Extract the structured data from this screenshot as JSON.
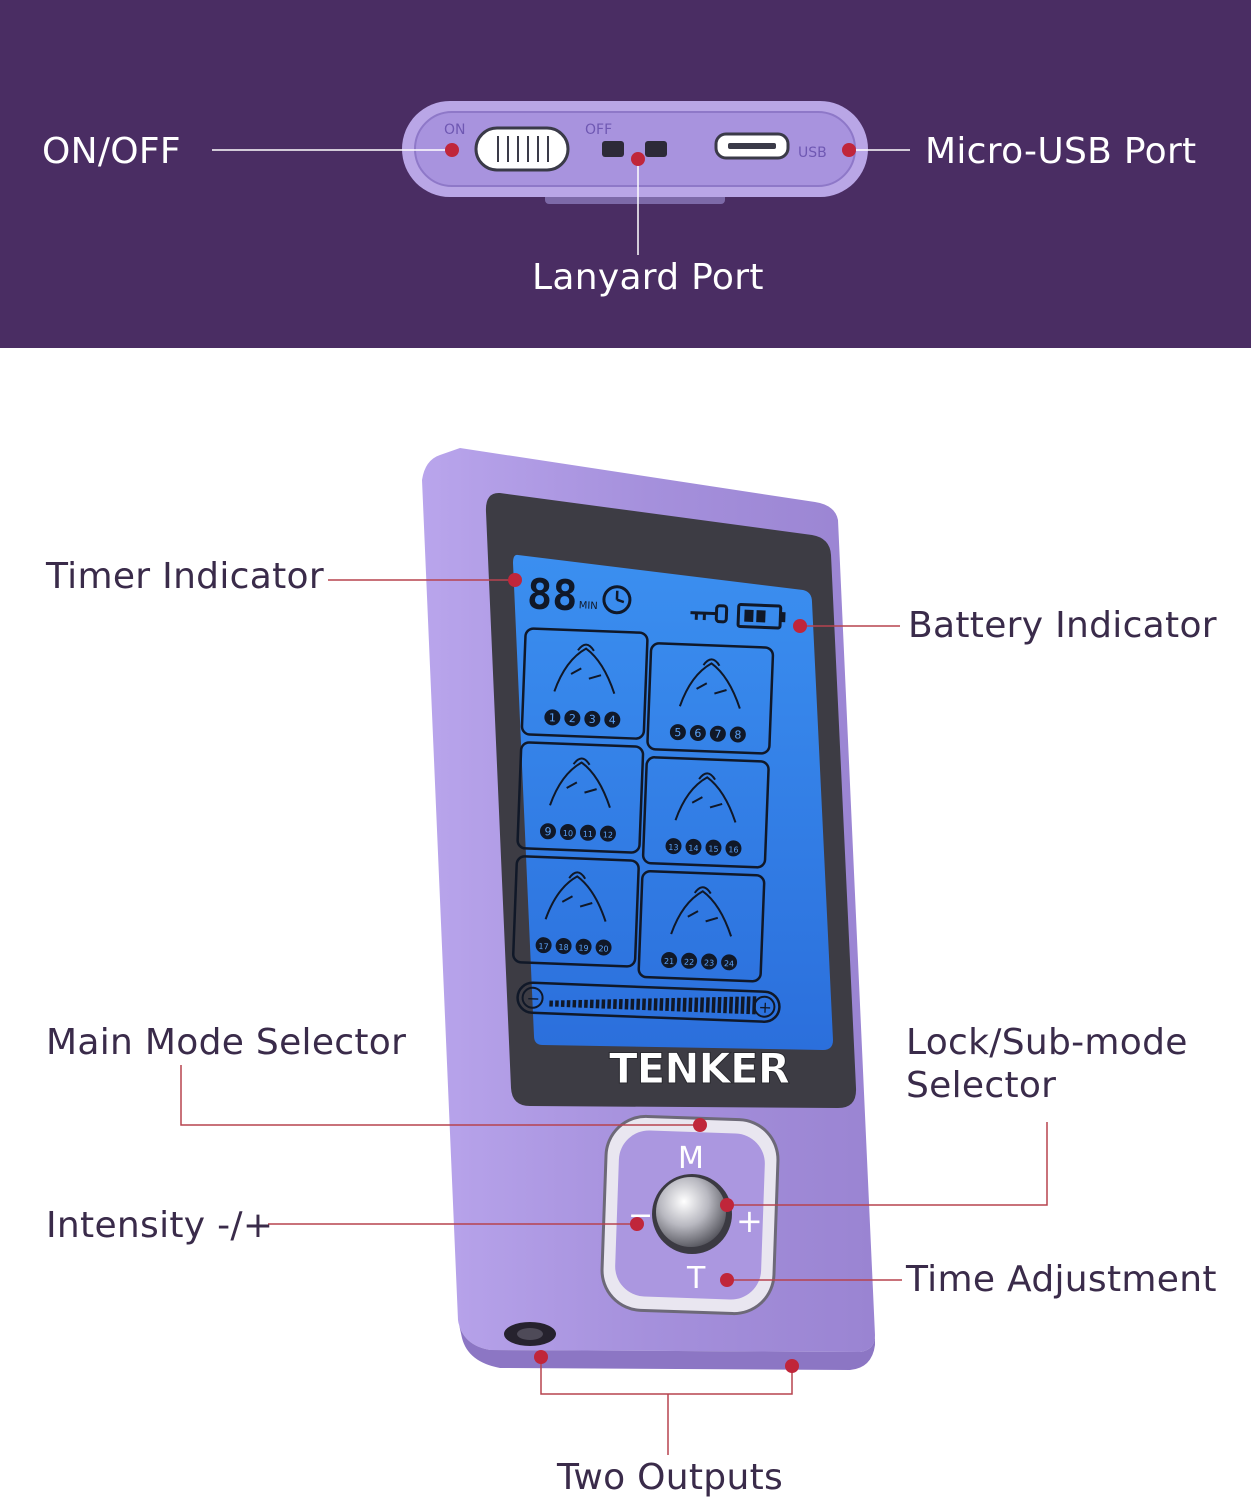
{
  "labels": {
    "on_off": "ON/OFF",
    "micro_usb": "Micro-USB Port",
    "lanyard": "Lanyard Port",
    "timer": "Timer Indicator",
    "battery": "Battery Indicator",
    "main_mode": "Main Mode Selector",
    "lock_sub_mode_line1": "Lock/Sub-mode",
    "lock_sub_mode_line2": "Selector",
    "intensity": "Intensity -/+",
    "time_adjust": "Time Adjustment",
    "two_outputs": "Two Outputs"
  },
  "device": {
    "brand": "TENKER",
    "top_on": "ON",
    "top_off": "OFF",
    "top_usb": "USB",
    "timer_digits": "88",
    "timer_unit": "MIN",
    "button_m": "M",
    "button_t": "T",
    "button_minus": "−",
    "button_plus": "+",
    "slider_minus": "−",
    "slider_plus": "+",
    "modes": [
      {
        "icon": "neck-shoulder-icon",
        "numbers": [
          "1",
          "2",
          "3",
          "4"
        ]
      },
      {
        "icon": "hand-massage-icon",
        "numbers": [
          "5",
          "6",
          "7",
          "8"
        ]
      },
      {
        "icon": "acupressure-hands-icon",
        "numbers": [
          "9",
          "10",
          "11",
          "12"
        ]
      },
      {
        "icon": "body-massage-icon",
        "numbers": [
          "13",
          "14",
          "15",
          "16"
        ]
      },
      {
        "icon": "foot-massage-icon",
        "numbers": [
          "17",
          "18",
          "19",
          "20"
        ]
      },
      {
        "icon": "exercise-figure-icon",
        "numbers": [
          "21",
          "22",
          "23",
          "24"
        ]
      }
    ]
  },
  "colors": {
    "band": "#4a2d63",
    "device_body": "#a892dc",
    "lcd": "#2f7de6",
    "callout_dot": "#c0263a",
    "callout_line": "#b7434f"
  }
}
